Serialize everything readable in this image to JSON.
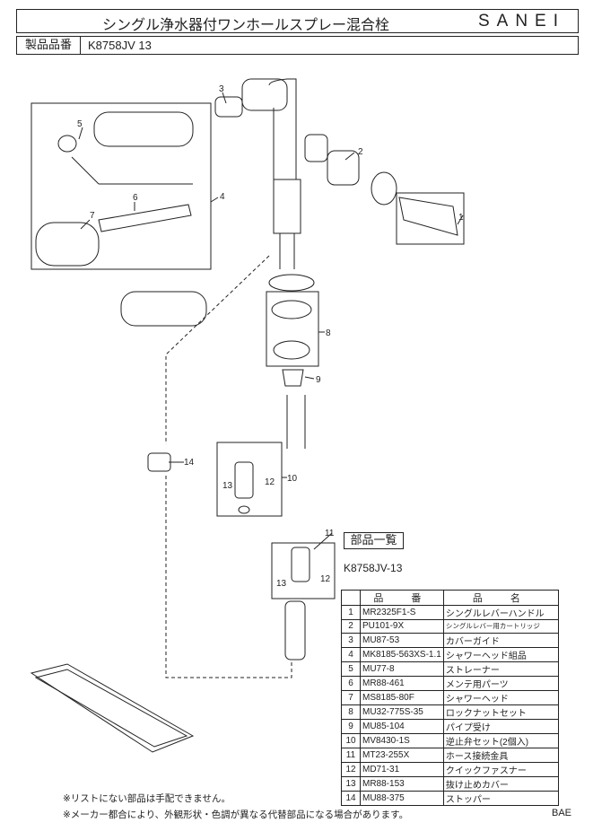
{
  "header": {
    "title": "シングル浄水器付ワンホールスプレー混合栓",
    "brand_logo": "SANEI"
  },
  "product_row": {
    "label": "製品品番",
    "value": "K8758JV 13"
  },
  "callouts": [
    "1",
    "2",
    "3",
    "4",
    "5",
    "6",
    "7",
    "8",
    "9",
    "10",
    "11",
    "12",
    "13",
    "14"
  ],
  "diagram_labels": {
    "c10_12": "12",
    "c10_13": "13",
    "c11_12": "12",
    "c11_13": "13"
  },
  "parts_list": {
    "title": "部品一覧",
    "model": "K8758JV-13",
    "headers": [
      "品　番",
      "品　名"
    ],
    "rows": [
      {
        "no": "1",
        "part": "MR2325F1-S",
        "name": "シングルレバーハンドル"
      },
      {
        "no": "2",
        "part": "PU101-9X",
        "name": "シングルレバー用カートリッジ"
      },
      {
        "no": "3",
        "part": "MU87-53",
        "name": "カバーガイド"
      },
      {
        "no": "4",
        "part": "MK8185-563XS-1.1",
        "name": "シャワーヘッド組品"
      },
      {
        "no": "5",
        "part": "MU77-8",
        "name": "ストレーナー"
      },
      {
        "no": "6",
        "part": "MR88-461",
        "name": "メンテ用パーツ"
      },
      {
        "no": "7",
        "part": "MS8185-80F",
        "name": "シャワーヘッド"
      },
      {
        "no": "8",
        "part": "MU32-775S-35",
        "name": "ロックナットセット"
      },
      {
        "no": "9",
        "part": "MU85-104",
        "name": "パイプ受け"
      },
      {
        "no": "10",
        "part": "MV8430-1S",
        "name": "逆止弁セット(2個入)"
      },
      {
        "no": "11",
        "part": "MT23-255X",
        "name": "ホース接続金具"
      },
      {
        "no": "12",
        "part": "MD71-31",
        "name": "クイックファスナー"
      },
      {
        "no": "13",
        "part": "MR88-153",
        "name": "抜け止めカバー"
      },
      {
        "no": "14",
        "part": "MU88-375",
        "name": "ストッパー"
      }
    ]
  },
  "notes": [
    "※リストにない部品は手配できません。",
    "※メーカー都合により、外観形状・色調が異なる代替部品になる場合があります。"
  ],
  "footer_code": "BAE"
}
